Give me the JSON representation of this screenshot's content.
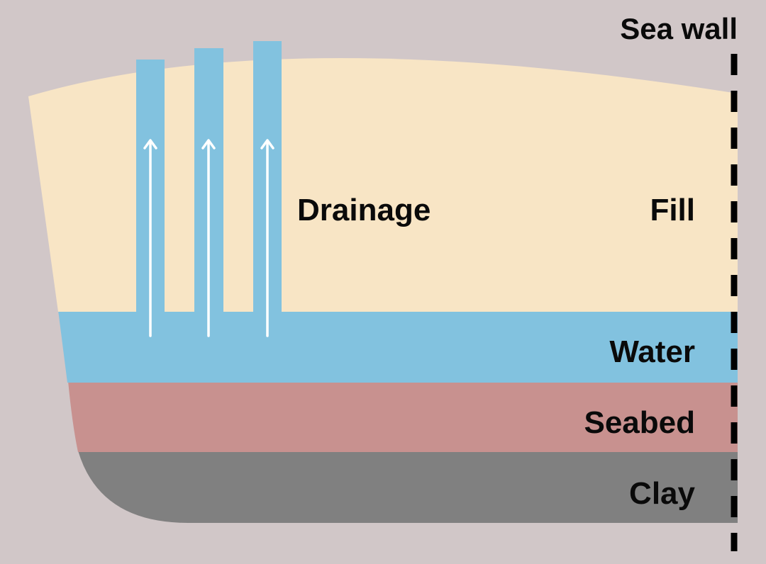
{
  "labels": {
    "sea_wall": "Sea wall",
    "drainage": "Drainage",
    "fill": "Fill",
    "water": "Water",
    "seabed": "Seabed",
    "clay": "Clay"
  },
  "colors": {
    "background": "#d1c7c8",
    "fill": "#f8e5c5",
    "water": "#82c2df",
    "seabed": "#c8918f",
    "clay": "#808080",
    "sea_wall": "#000000",
    "arrow": "#ffffff",
    "text": "#0a0a0a"
  },
  "drain_count": 3
}
